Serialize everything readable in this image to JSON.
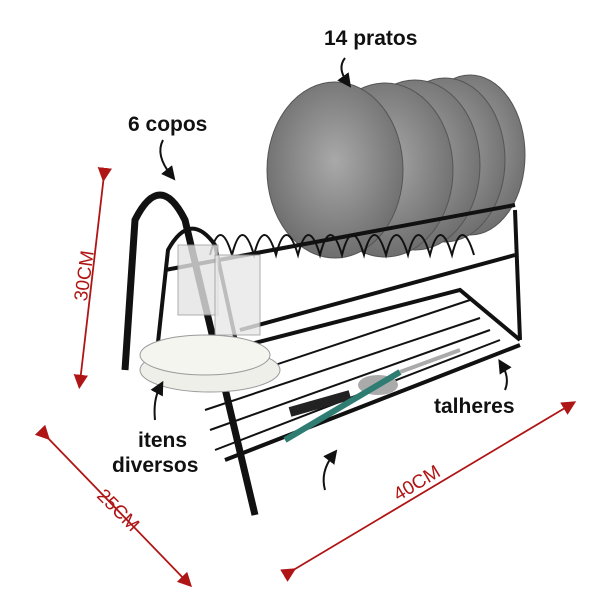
{
  "labels": {
    "plates": "14 pratos",
    "cups": "6 copos",
    "misc_line1": "itens",
    "misc_line2": "diversos",
    "cutlery": "talheres"
  },
  "dimensions": {
    "height": "30CM",
    "depth": "25CM",
    "width": "40CM"
  },
  "colors": {
    "dimension": "#b01515",
    "rack": "#111111",
    "plate": "#8a8a8a"
  }
}
